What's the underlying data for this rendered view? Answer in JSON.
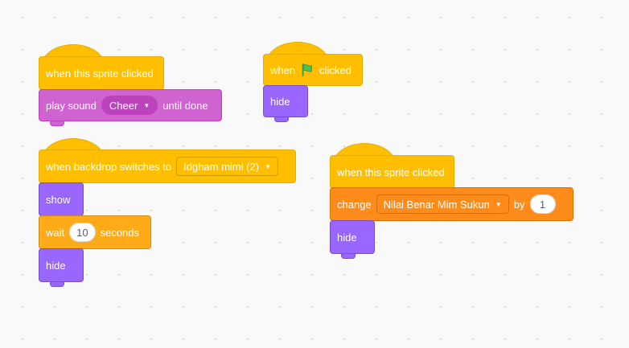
{
  "scripts": [
    {
      "hat": "when this sprite clicked",
      "sound_block": {
        "prefix": "play sound",
        "sound": "Cheer",
        "suffix": "until done"
      }
    },
    {
      "hat_prefix": "when",
      "hat_suffix": "clicked",
      "flag_icon": "green-flag-icon",
      "blocks": [
        "hide"
      ]
    },
    {
      "hat_prefix": "when backdrop switches to",
      "backdrop": "Idgham mimi (2)",
      "blocks": [
        "show"
      ],
      "wait": {
        "prefix": "wait",
        "value": "10",
        "suffix": "seconds"
      },
      "last": "hide"
    },
    {
      "hat": "when this sprite clicked",
      "change": {
        "prefix": "change",
        "variable": "Nilai Benar Mim Sukun",
        "by": "by",
        "value": "1"
      },
      "last": "hide"
    }
  ],
  "colors": {
    "events": "#ffbf00",
    "sound": "#cf63cf",
    "looks": "#9966ff",
    "control": "#ffab19",
    "variables": "#ff8c1a"
  }
}
